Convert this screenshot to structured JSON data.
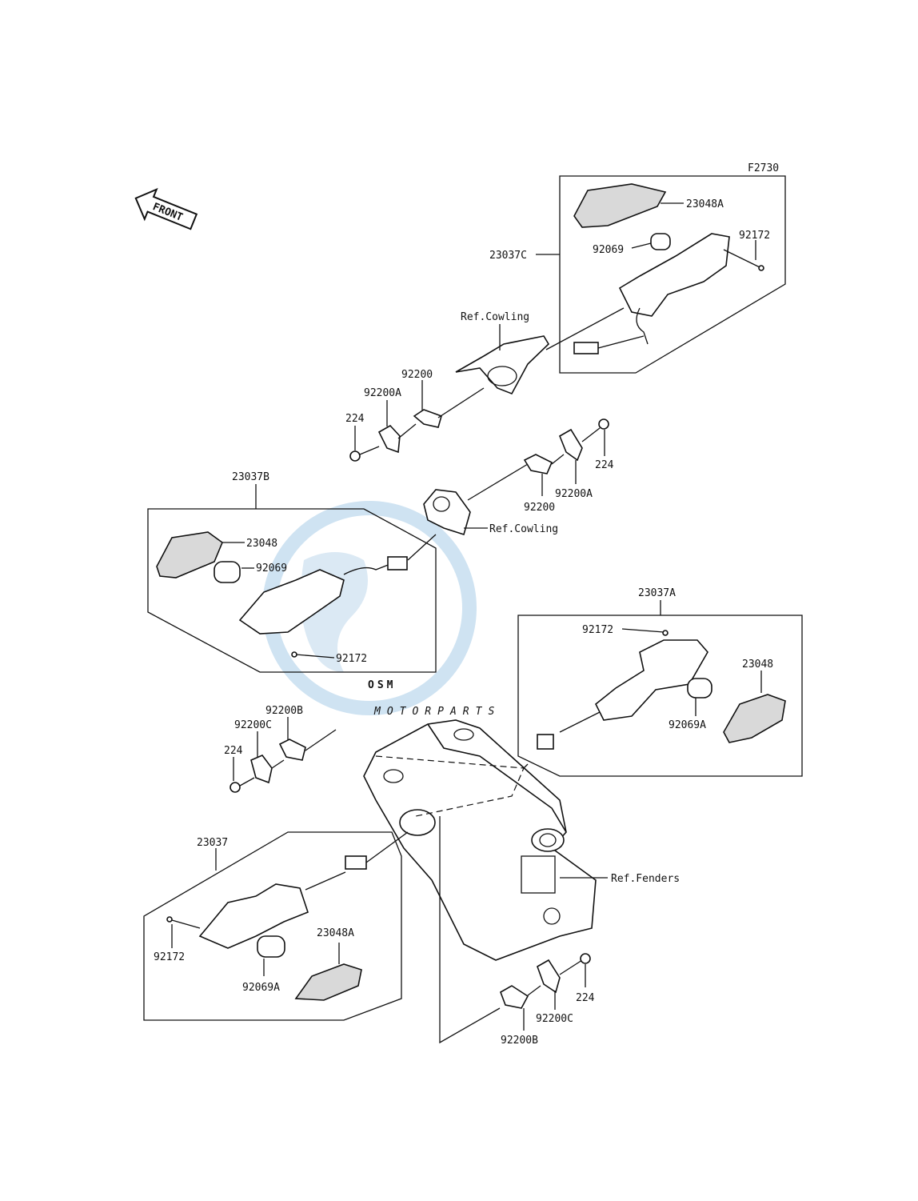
{
  "figure_code": "F2730",
  "front_label": "FRONT",
  "watermark": {
    "brand": "OSM",
    "sub": "MOTORPARTS"
  },
  "refs": {
    "cowling": "Ref.Cowling",
    "fenders": "Ref.Fenders"
  },
  "groups": {
    "rear_left": {
      "assembly": "23037",
      "lens": "23048A",
      "bulb": "92069A",
      "screw": "92172"
    },
    "rear_right": {
      "assembly": "23037A",
      "lens": "23048",
      "bulb": "92069A",
      "screw": "92172"
    },
    "front_left": {
      "assembly": "23037B",
      "lens": "23048",
      "bulb": "92069",
      "screw": "92172"
    },
    "front_right": {
      "assembly": "23037C",
      "lens": "23048A",
      "bulb": "92069",
      "screw": "92172"
    }
  },
  "fasteners": {
    "upper": {
      "plate": "92200",
      "bracket": "92200A",
      "bolt": "224"
    },
    "middle": {
      "plate": "92200",
      "bracket": "92200A",
      "bolt": "224"
    },
    "left_rear": {
      "plate": "92200B",
      "bracket": "92200C",
      "bolt": "224"
    },
    "right_rear": {
      "plate": "92200B",
      "bracket": "92200C",
      "bolt": "224"
    }
  }
}
